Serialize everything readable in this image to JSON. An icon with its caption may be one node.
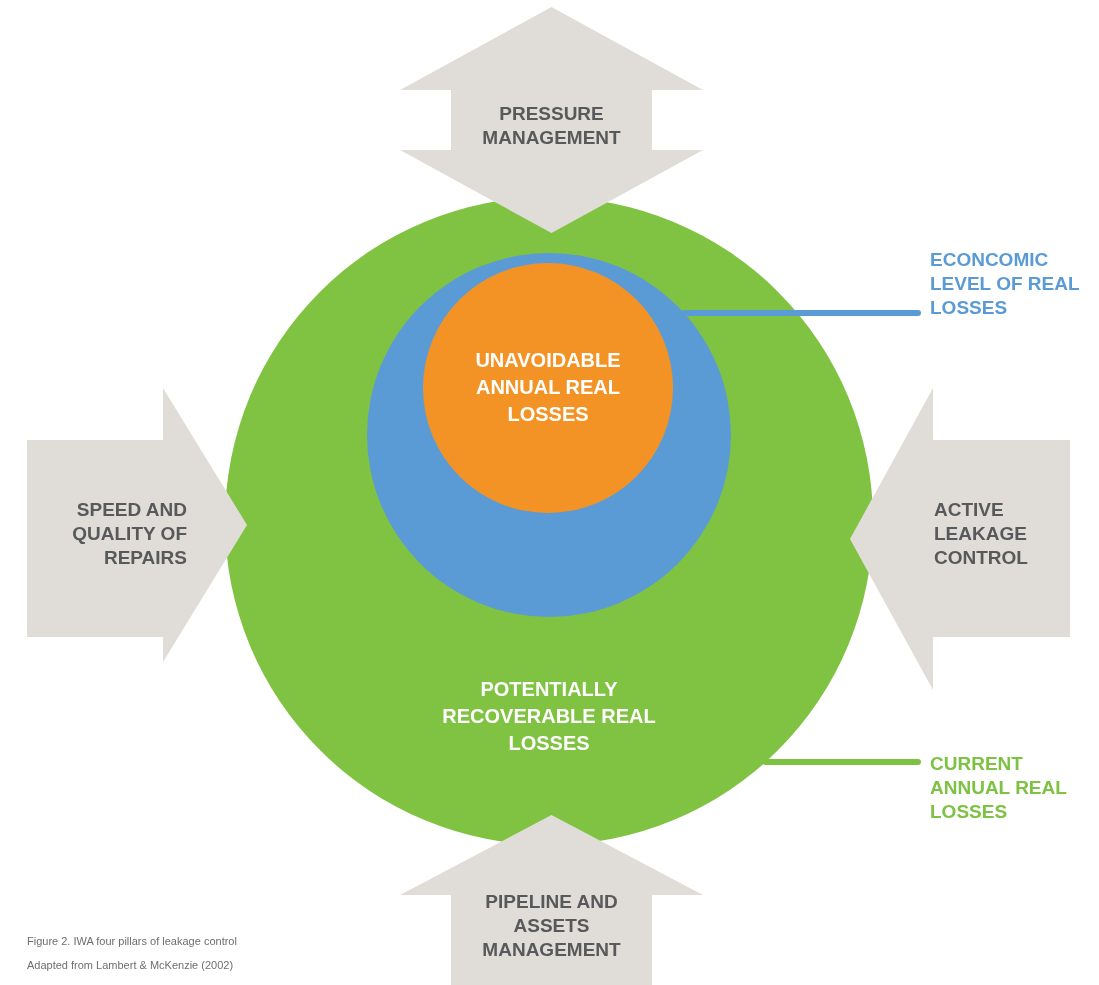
{
  "diagram": {
    "caption": "Figure 2. IWA four pillars of leakage control",
    "nodes": [
      {
        "text": [
          "PRESSURE MANAGEMENT"
        ]
      },
      {
        "text": [
          "POTENTIALLY RECOVERABLE REAL LOSSES"
        ]
      },
      {
        "text": [],
        "shape": "circle",
        "in": 1
      },
      {
        "text": [
          "UNAVOIDABLE ANNUAL REAL LOSSES"
        ],
        "in": 2
      },
      {
        "text": [
          "ECONCOMIC LEVEL OF REAL LOSSES"
        ]
      },
      {
        "text": [
          "SPEED AND QUALITY OF REPAIRS"
        ]
      },
      {
        "text": [
          "ACTIVE LEAKAGE CONTROL"
        ]
      },
      {
        "text": [
          "CURRENT ANNUAL REAL LOSSES"
        ]
      },
      {
        "text": [
          "PIPELINE AND ASSETS MANAGEMENT"
        ]
      }
    ],
    "edges": [
      {
        "from": 4,
        "to": 2,
        "arrow": "none",
        "color": "#5b9bd5"
      },
      {
        "from": 7,
        "to": 1,
        "arrow": "none",
        "color": "#7dc242"
      }
    ],
    "labels": [
      "Adapted from Lambert & McKenzie (2002)"
    ]
  }
}
